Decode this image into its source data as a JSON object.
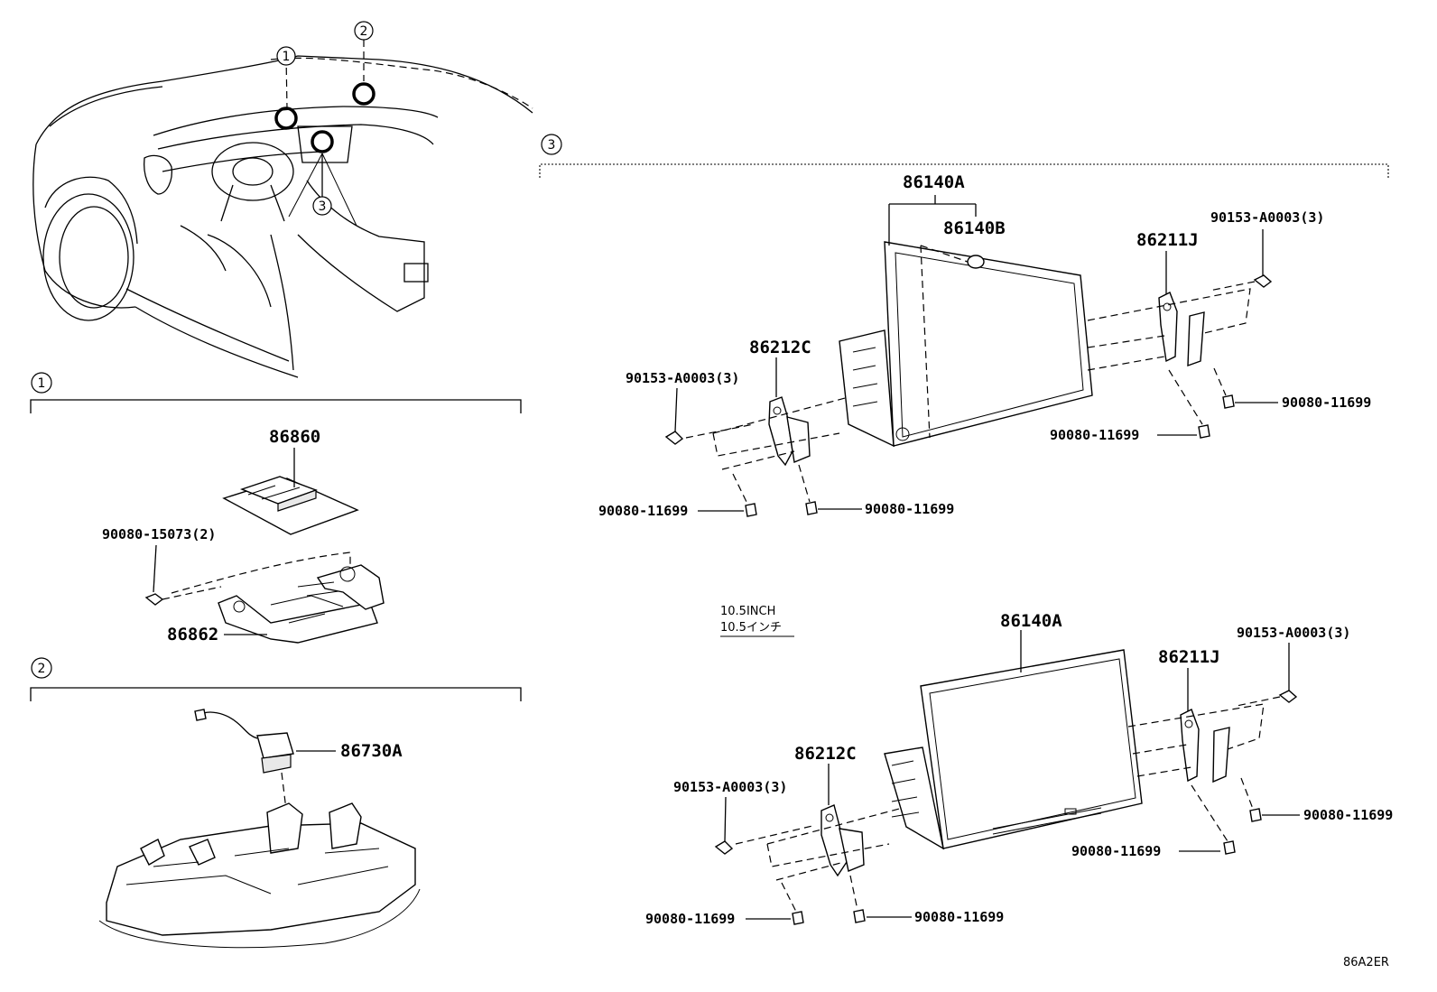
{
  "callouts": {
    "c1": "1",
    "c2": "2",
    "c3": "3"
  },
  "section1": {
    "marker": "1",
    "parts": {
      "p86860": "86860",
      "p90080_15073": "90080-15073(2)",
      "p86862": "86862"
    }
  },
  "section2": {
    "marker": "2",
    "parts": {
      "p86730A": "86730A"
    }
  },
  "section3": {
    "marker": "3",
    "upper": {
      "p86140A": "86140A",
      "p86140B": "86140B",
      "p86211J": "86211J",
      "p90153_right": "90153-A0003(3)",
      "p86212C": "86212C",
      "p90153_left": "90153-A0003(3)",
      "p90080_right1": "90080-11699",
      "p90080_right2": "90080-11699",
      "p90080_bl": "90080-11699",
      "p90080_bc": "90080-11699"
    },
    "lower": {
      "note_en": "10.5INCH",
      "note_jp": "10.5インチ",
      "p86140A": "86140A",
      "p86211J": "86211J",
      "p90153_right": "90153-A0003(3)",
      "p86212C": "86212C",
      "p90153_left": "90153-A0003(3)",
      "p90080_right1": "90080-11699",
      "p90080_right2": "90080-11699",
      "p90080_bl": "90080-11699",
      "p90080_bc": "90080-11699"
    }
  },
  "diagram_code": "86A2ER"
}
